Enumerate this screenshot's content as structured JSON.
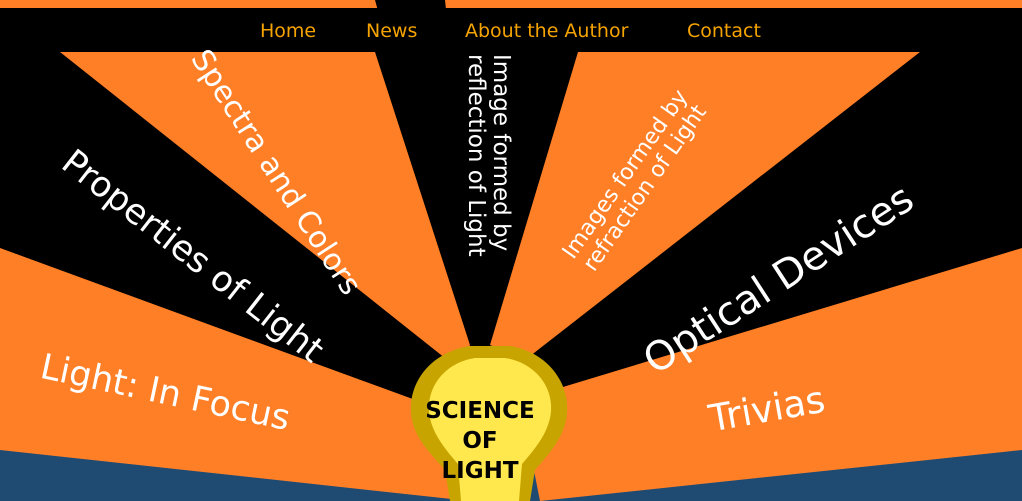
{
  "nav": {
    "home": "Home",
    "news": "News",
    "about": "About the Author",
    "contact": "Contact"
  },
  "rays": {
    "light_in_focus": "Light: In Focus",
    "properties_of_light": "Properties of Light",
    "spectra_and_colors": "Spectra and Colors",
    "reflection_line1": "Image formed by",
    "reflection_line2": "reflection of Light",
    "refraction_line1": "Images formed by",
    "refraction_line2": "refraction of Light",
    "optical_devices": "Optical Devices",
    "trivias": "Trivias"
  },
  "logo": {
    "line1": "SCIENCE",
    "line2": "OF",
    "line3": "LIGHT"
  },
  "colors": {
    "orange": "#ff7f27",
    "black": "#000000",
    "navy": "#1f4b73",
    "nav_text": "#f5a300",
    "bulb_outer": "#c8a400",
    "bulb_inner": "#ffe84d"
  }
}
